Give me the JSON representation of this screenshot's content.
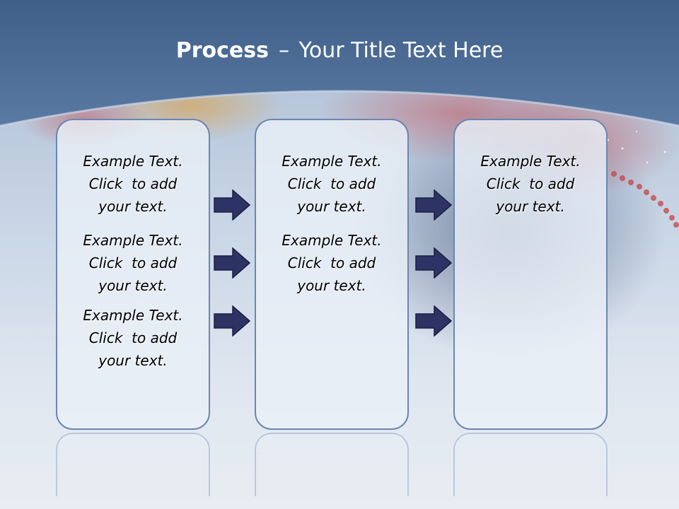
{
  "slide": {
    "title_bold": "Process",
    "title_sep": "–",
    "title_rest": "Your Title Text Here",
    "columns": [
      {
        "blocks": [
          {
            "line1": "Example Text.",
            "line2": "Click  to add",
            "line3": "your text."
          },
          {
            "line1": "Example Text.",
            "line2": "Click  to add",
            "line3": "your text."
          },
          {
            "line1": "Example Text.",
            "line2": "Click  to add",
            "line3": "your text."
          }
        ]
      },
      {
        "blocks": [
          {
            "line1": "Example Text.",
            "line2": "Click  to add",
            "line3": "your text."
          },
          {
            "line1": "Example Text.",
            "line2": "Click  to add",
            "line3": "your text."
          }
        ]
      },
      {
        "blocks": [
          {
            "line1": "Example Text.",
            "line2": "Click  to add",
            "line3": "your text."
          }
        ]
      }
    ]
  },
  "icons": {
    "arrow": "right-arrow-icon"
  },
  "colors": {
    "header": "#4d6e96",
    "box_border": "#6a87b0",
    "box_fill": "#eaf0f8",
    "arrow_fill": "#2e3366",
    "title_text": "#ffffff"
  }
}
